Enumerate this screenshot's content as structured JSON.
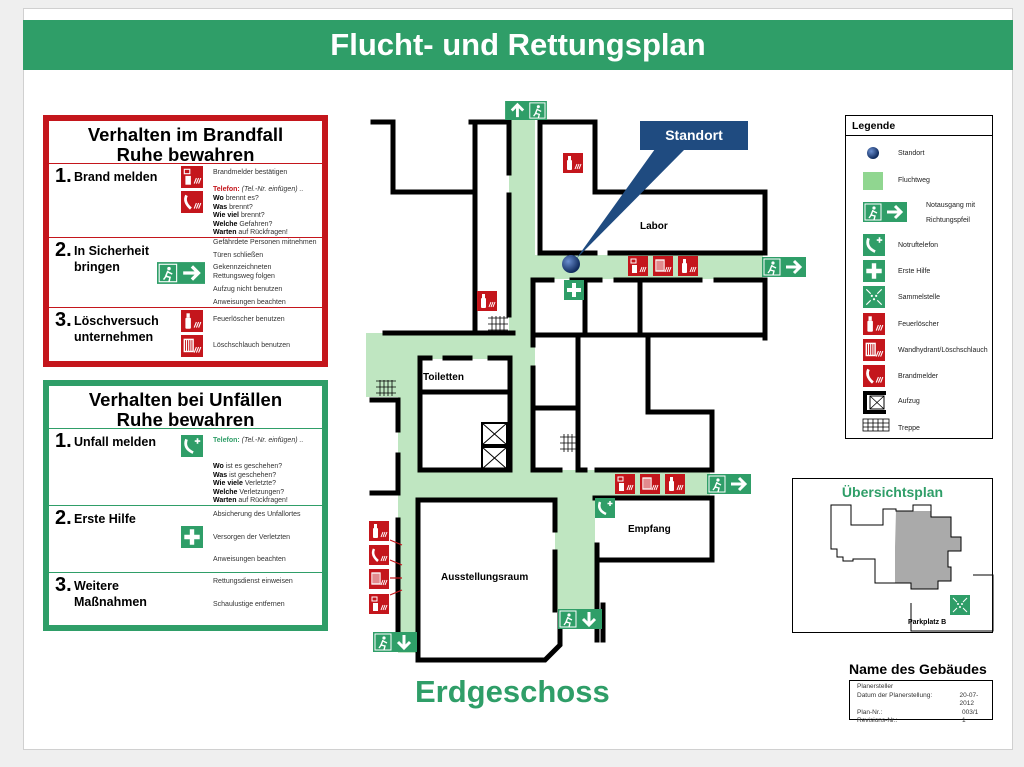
{
  "title": "Flucht- und Rettungsplan",
  "fire": {
    "title1": "Verhalten im Brandfall",
    "title2": "Ruhe bewahren",
    "s1": {
      "num": "1.",
      "title": "Brand melden",
      "l1": "Brandmelder bestätigen",
      "tel_label": "Telefon:",
      "tel_value": "(Tel.-Nr. einfügen) ..",
      "q": [
        [
          "Wo",
          "brennt es?"
        ],
        [
          "Was",
          "brennt?"
        ],
        [
          "Wie viel",
          "brennt?"
        ],
        [
          "Welche",
          "Gefahren?"
        ],
        [
          "Warten",
          "auf Rückfragen!"
        ]
      ]
    },
    "s2": {
      "num": "2.",
      "title": "In Sicherheit bringen",
      "lines": [
        "Gefährdete Personen mitnehmen",
        "Türen schließen",
        "Gekennzeichneten",
        "Rettungsweg folgen",
        "Aufzug nicht benutzen",
        "Anweisungen beachten"
      ]
    },
    "s3": {
      "num": "3.",
      "title": "Löschversuch unternehmen",
      "l1": "Feuerlöscher benutzen",
      "l2": "Löschschlauch benutzen"
    }
  },
  "accident": {
    "title1": "Verhalten bei Unfällen",
    "title2": "Ruhe bewahren",
    "s1": {
      "num": "1.",
      "title": "Unfall melden",
      "tel_label": "Telefon:",
      "tel_value": "(Tel.-Nr. einfügen) ..",
      "q": [
        [
          "Wo",
          "ist es geschehen?"
        ],
        [
          "Was",
          "ist geschehen?"
        ],
        [
          "Wie viele",
          "Verletzte?"
        ],
        [
          "Welche",
          "Verletzungen?"
        ],
        [
          "Warten",
          "auf Rückfragen!"
        ]
      ]
    },
    "s2": {
      "num": "2.",
      "title": "Erste Hilfe",
      "lines": [
        "Absicherung des Unfallortes",
        "Versorgen der Verletzten",
        "Anweisungen beachten"
      ]
    },
    "s3": {
      "num": "3.",
      "title": "Weitere Maßnahmen",
      "lines": [
        "Rettungsdienst einweisen",
        "Schaulustige entfernen"
      ]
    }
  },
  "plan": {
    "standort": "Standort",
    "rooms": {
      "labor": "Labor",
      "toiletten": "Toiletten",
      "empfang": "Empfang",
      "ausstellung": "Ausstellungsraum"
    },
    "floor": "Erdgeschoss"
  },
  "legend": {
    "title": "Legende",
    "items": [
      "Standort",
      "Fluchtweg",
      "Notausgang mit",
      "Richtungspfeil",
      "Notruftelefon",
      "Erste Hilfe",
      "Sammelstelle",
      "Feuerlöscher",
      "Wandhydrant/Löschschlauch",
      "Brandmelder",
      "Aufzug",
      "Treppe"
    ]
  },
  "overview": {
    "title": "Übersichtsplan",
    "parking": "Parkplatz B"
  },
  "building": {
    "name": "Name des Gebäudes",
    "rows": [
      [
        "Planersteller",
        ""
      ],
      [
        "Datum der Planerstellung:",
        "20-07-2012"
      ],
      [
        "Plan-Nr.:",
        "003/1"
      ],
      [
        "Revisions-Nr.:",
        "1"
      ]
    ]
  },
  "colors": {
    "green": "#2f9e68",
    "red": "#c4161c",
    "route": "#bfe6c1",
    "navy": "#1f4b80"
  }
}
